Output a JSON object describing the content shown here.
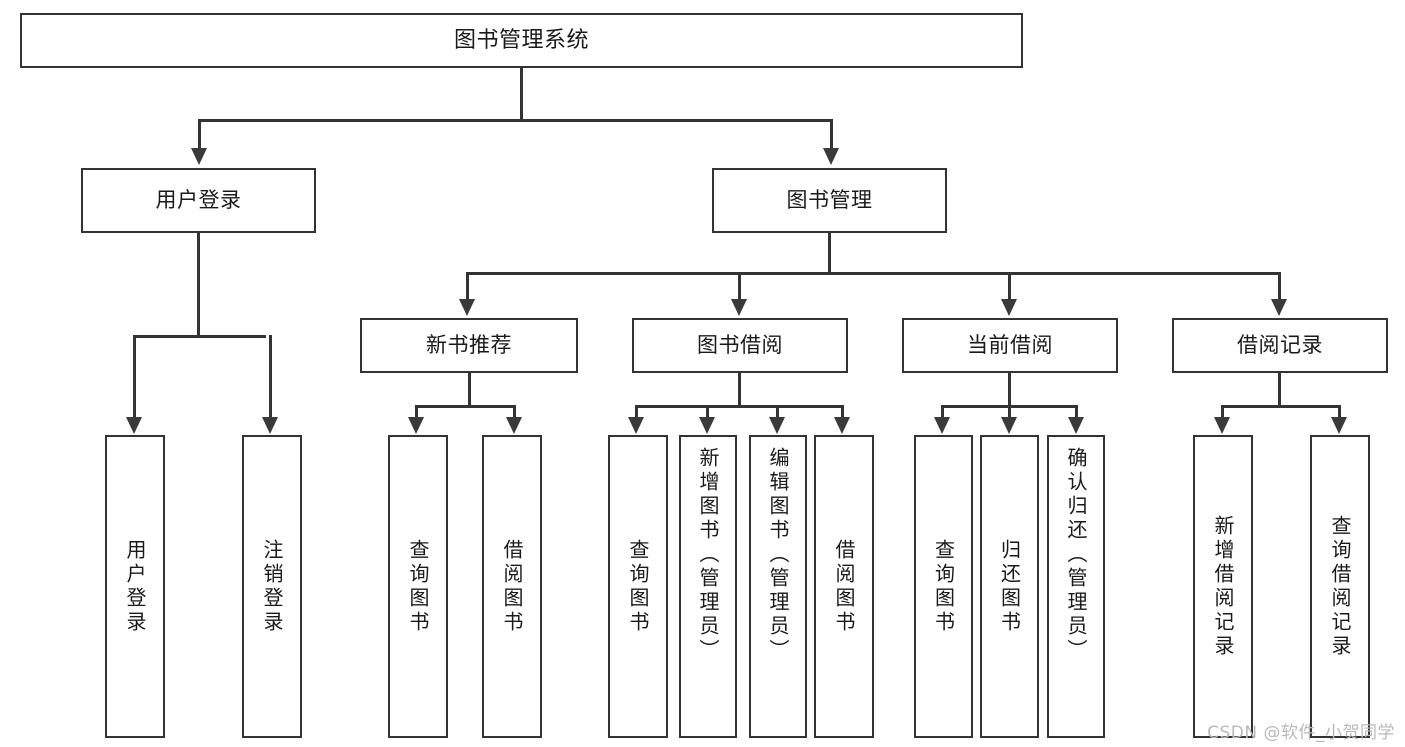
{
  "diagram": {
    "type": "tree-hierarchy-chart",
    "title": "图书管理系统",
    "background": "#ffffff",
    "line_color": "#333333",
    "text_color": "#1a1a1a",
    "root": {
      "label": "图书管理系统"
    },
    "level2": [
      {
        "label": "用户登录"
      },
      {
        "label": "图书管理"
      }
    ],
    "level3": [
      {
        "label": "新书推荐"
      },
      {
        "label": "图书借阅"
      },
      {
        "label": "当前借阅"
      },
      {
        "label": "借阅记录"
      }
    ],
    "leaves": {
      "user_login": [
        {
          "label": "用户登录"
        },
        {
          "label": "注销登录"
        }
      ],
      "new_book_recommend": [
        {
          "label": "查询图书"
        },
        {
          "label": "借阅图书"
        }
      ],
      "book_borrow": [
        {
          "label": "查询图书"
        },
        {
          "label": "新增图书（管理员）"
        },
        {
          "label": "编辑图书（管理员）"
        },
        {
          "label": "借阅图书"
        }
      ],
      "current_borrow": [
        {
          "label": "查询图书"
        },
        {
          "label": "归还图书"
        },
        {
          "label": "确认归还（管理员）"
        }
      ],
      "borrow_record": [
        {
          "label": "新增借阅记录"
        },
        {
          "label": "查询借阅记录"
        }
      ]
    }
  },
  "watermark": {
    "text": "CSDN @软件_小贺同学",
    "color": "#b9b9b9"
  }
}
